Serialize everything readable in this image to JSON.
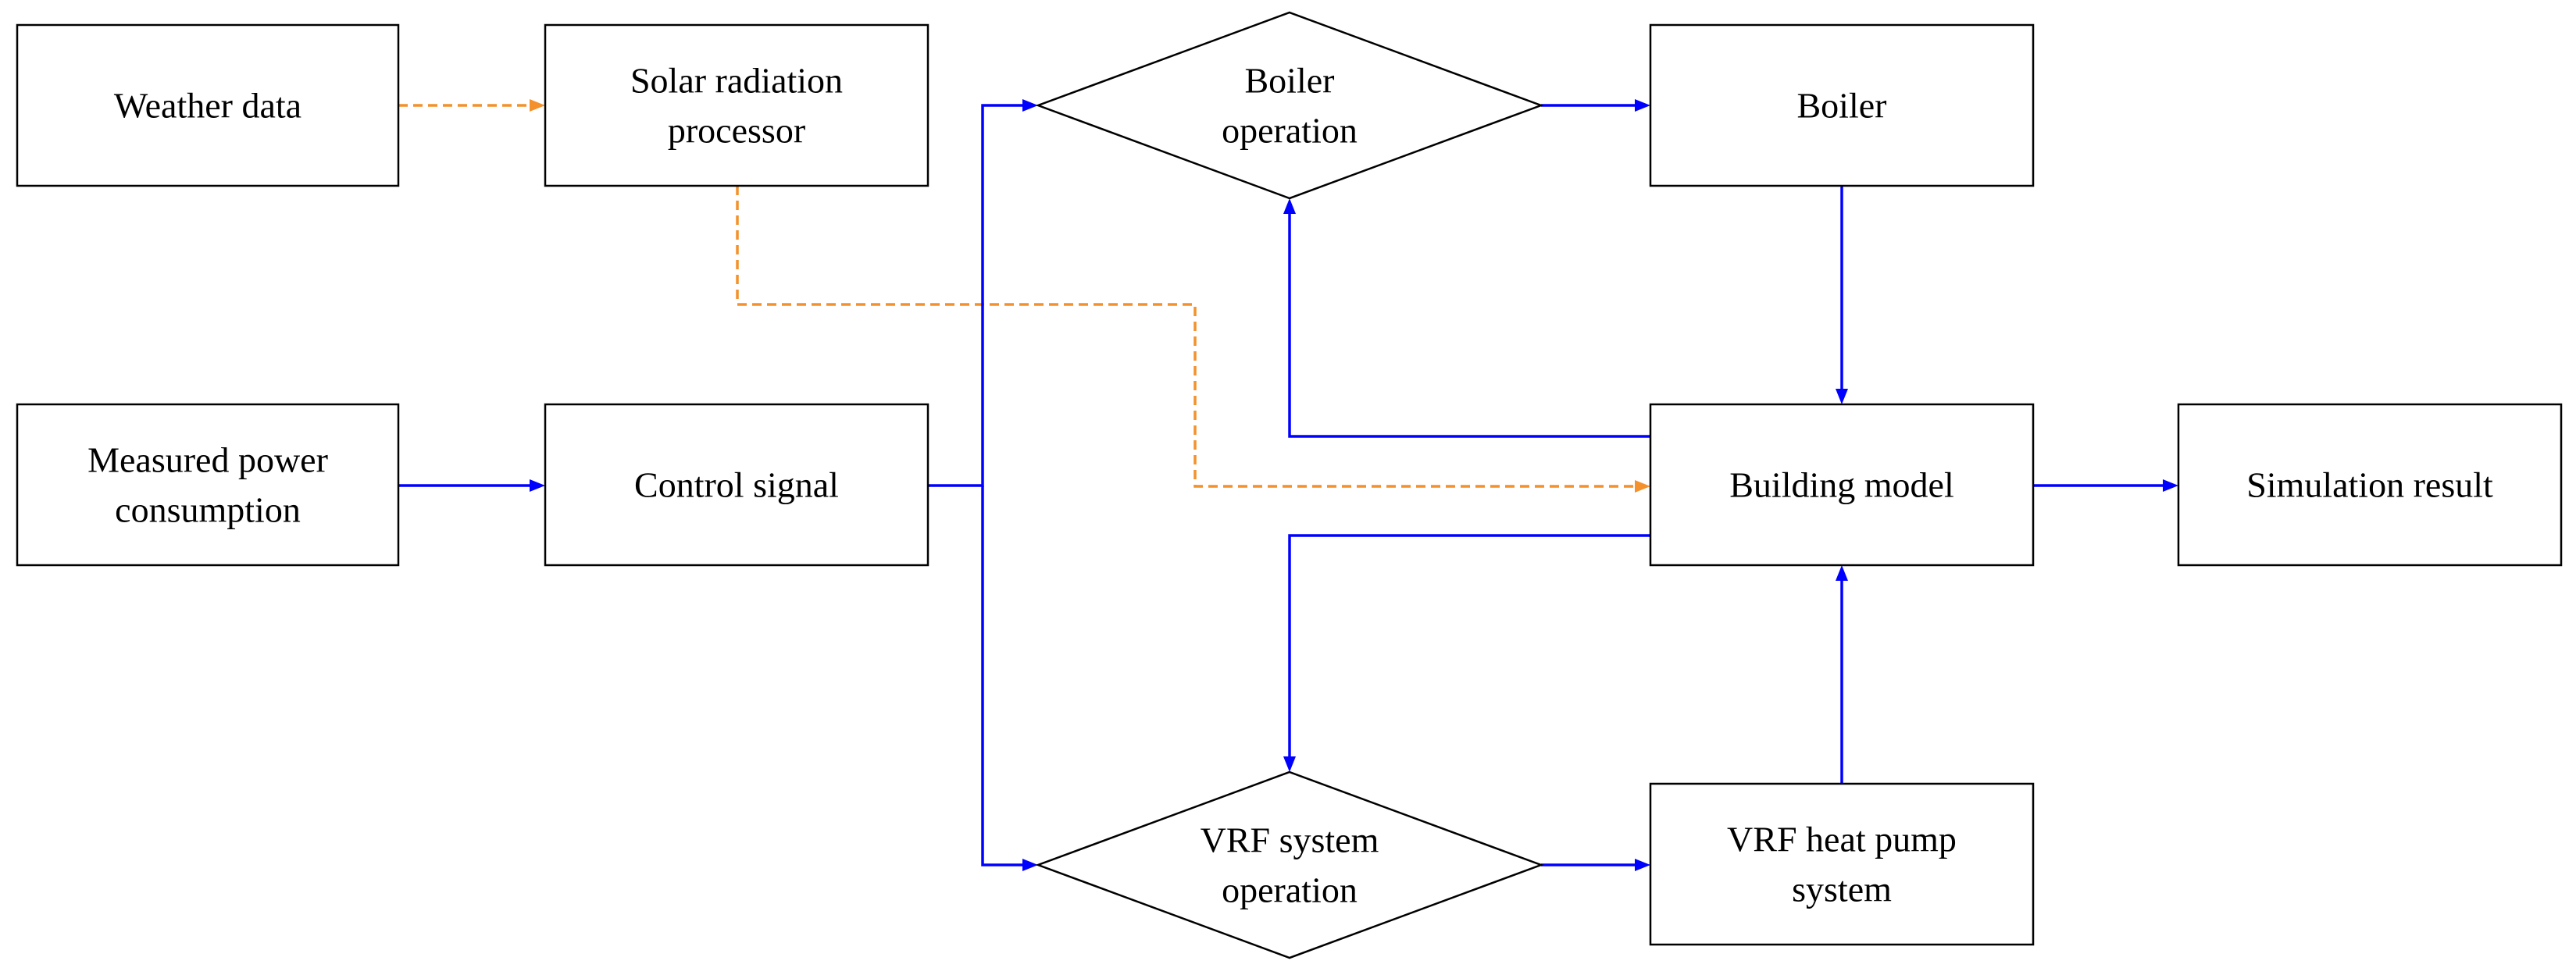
{
  "colors": {
    "solid_edge": "#0000ff",
    "dashed_edge": "#f4912c",
    "node_border": "#000000",
    "background": "#ffffff"
  },
  "nodes": [
    {
      "id": "weather-data",
      "shape": "rect",
      "lines": [
        "Weather data"
      ]
    },
    {
      "id": "solar-radiation-processor",
      "shape": "rect",
      "lines": [
        "Solar radiation",
        "processor"
      ]
    },
    {
      "id": "measured-power-consumption",
      "shape": "rect",
      "lines": [
        "Measured power",
        "consumption"
      ]
    },
    {
      "id": "control-signal",
      "shape": "rect",
      "lines": [
        "Control signal"
      ]
    },
    {
      "id": "boiler-operation",
      "shape": "diamond",
      "lines": [
        "Boiler",
        "operation"
      ]
    },
    {
      "id": "boiler",
      "shape": "rect",
      "lines": [
        "Boiler"
      ]
    },
    {
      "id": "building-model",
      "shape": "rect",
      "lines": [
        "Building model"
      ]
    },
    {
      "id": "simulation-result",
      "shape": "rect",
      "lines": [
        "Simulation result"
      ]
    },
    {
      "id": "vrf-system-operation",
      "shape": "diamond",
      "lines": [
        "VRF system",
        "operation"
      ]
    },
    {
      "id": "vrf-heat-pump-system",
      "shape": "rect",
      "lines": [
        "VRF heat pump",
        "system"
      ]
    }
  ],
  "edges": [
    {
      "id": "weather-to-solar",
      "from": "weather-data",
      "to": "solar-radiation-processor",
      "style": "dashed"
    },
    {
      "id": "solar-to-building",
      "from": "solar-radiation-processor",
      "to": "building-model",
      "style": "dashed"
    },
    {
      "id": "power-to-control",
      "from": "measured-power-consumption",
      "to": "control-signal",
      "style": "solid"
    },
    {
      "id": "control-to-boiler-op",
      "from": "control-signal",
      "to": "boiler-operation",
      "style": "solid"
    },
    {
      "id": "control-to-vrf-op",
      "from": "control-signal",
      "to": "vrf-system-operation",
      "style": "solid"
    },
    {
      "id": "boiler-op-to-boiler",
      "from": "boiler-operation",
      "to": "boiler",
      "style": "solid"
    },
    {
      "id": "boiler-to-building",
      "from": "boiler",
      "to": "building-model",
      "style": "solid"
    },
    {
      "id": "building-to-boiler-op",
      "from": "building-model",
      "to": "boiler-operation",
      "style": "solid"
    },
    {
      "id": "building-to-vrf-op",
      "from": "building-model",
      "to": "vrf-system-operation",
      "style": "solid"
    },
    {
      "id": "vrf-op-to-vrf-hp",
      "from": "vrf-system-operation",
      "to": "vrf-heat-pump-system",
      "style": "solid"
    },
    {
      "id": "vrf-hp-to-building",
      "from": "vrf-heat-pump-system",
      "to": "building-model",
      "style": "solid"
    },
    {
      "id": "building-to-simulation",
      "from": "building-model",
      "to": "simulation-result",
      "style": "solid"
    }
  ]
}
